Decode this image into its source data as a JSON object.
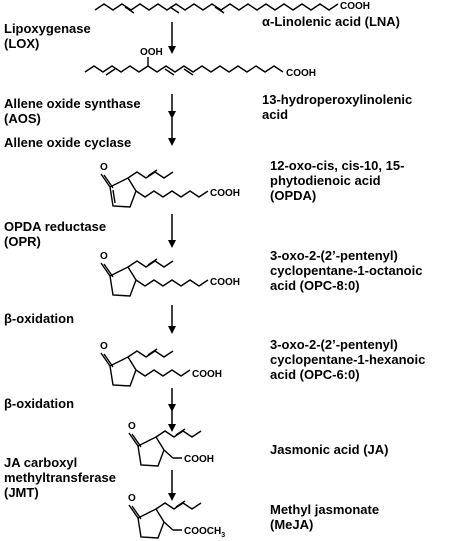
{
  "compounds": [
    {
      "name": "α-Linolenic acid (LNA)",
      "group": "COOH"
    },
    {
      "name": "13-hydroperoxylinolenic\nacid",
      "group": "COOH",
      "substituent": "OOH"
    },
    {
      "name": "12-oxo-cis, cis-10, 15-\nphytodienoic acid\n(OPDA)",
      "group": "COOH",
      "ketone": "O"
    },
    {
      "name": "3-oxo-2-(2’-pentenyl)\ncyclopentane-1-octanoic\nacid (OPC-8:0)",
      "group": "COOH",
      "ketone": "O"
    },
    {
      "name": "3-oxo-2-(2’-pentenyl)\ncyclopentane-1-hexanoic\nacid (OPC-6:0)",
      "group": "COOH",
      "ketone": "O"
    },
    {
      "name": "Jasmonic acid (JA)",
      "group": "COOH",
      "ketone": "O"
    },
    {
      "name": "Methyl jasmonate\n(MeJA)",
      "group": "COOCH",
      "group_sub": "3",
      "ketone": "O"
    }
  ],
  "steps": [
    {
      "label": "Lipoxygenase\n(LOX)"
    },
    {
      "label": "Allene oxide synthase\n(AOS)"
    },
    {
      "label": "Allene oxide cyclase"
    },
    {
      "label": "OPDA reductase\n(OPR)"
    },
    {
      "label": "β-oxidation"
    },
    {
      "label": "β-oxidation"
    },
    {
      "label": "JA carboxyl\nmethyltransferase\n(JMT)"
    }
  ]
}
